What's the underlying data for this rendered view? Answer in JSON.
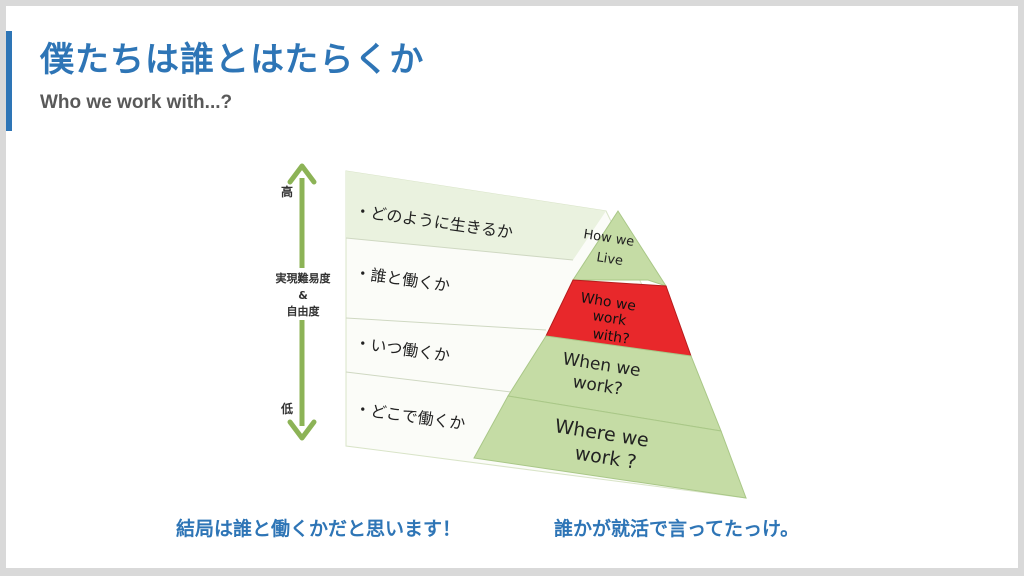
{
  "slide": {
    "title": "僕たちは誰とはたらくか",
    "subtitle": "Who we work with...?",
    "caption_left": "結局は誰と働くかだと思います！",
    "caption_right": "誰かが就活で言ってたっけ。"
  },
  "axis": {
    "high_label": "高",
    "low_label": "低",
    "center_line1": "実現難易度",
    "center_line2": "&",
    "center_line3": "自由度"
  },
  "rows": [
    {
      "label": "・どのように生きるか"
    },
    {
      "label": "・誰と働くか"
    },
    {
      "label": "・いつ働くか"
    },
    {
      "label": "・どこで働くか"
    }
  ],
  "pyramid": {
    "tiers": [
      {
        "lines": [
          "How we",
          "Live"
        ]
      },
      {
        "lines": [
          "Who we",
          "work",
          "with?"
        ]
      },
      {
        "lines": [
          "When we",
          "work?"
        ]
      },
      {
        "lines": [
          "Where we",
          "work ?"
        ]
      }
    ]
  },
  "colors": {
    "accent": "#2e75b6",
    "highlight": "#e8282b",
    "green": "#c5dca5",
    "green_light": "#e9f2de",
    "arrow": "#8cb356"
  }
}
